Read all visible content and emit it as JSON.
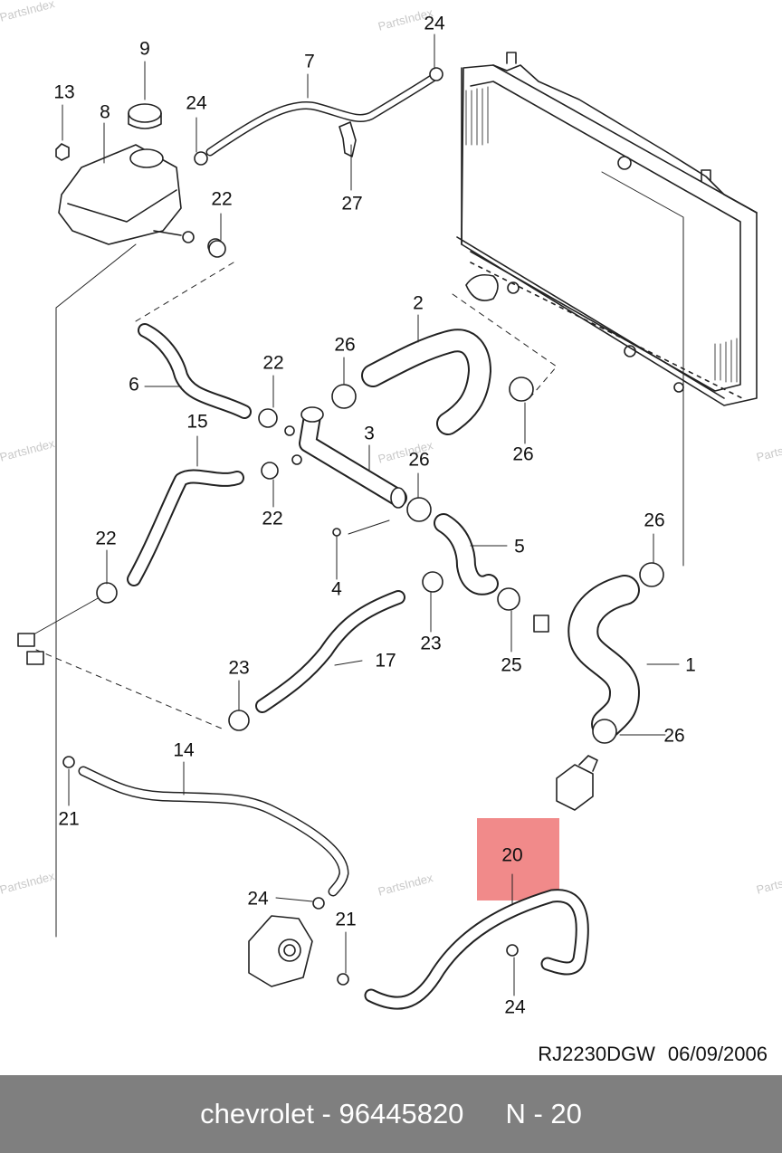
{
  "diagram": {
    "watermark": "PartsIndex",
    "callouts": {
      "c1": "1",
      "c2": "2",
      "c3": "3",
      "c4": "4",
      "c5": "5",
      "c6": "6",
      "c7": "7",
      "c8": "8",
      "c9": "9",
      "c13": "13",
      "c14": "14",
      "c15": "15",
      "c17": "17",
      "c20": "20",
      "c21a": "21",
      "c21b": "21",
      "c22a": "22",
      "c22b": "22",
      "c22c": "22",
      "c22d": "22",
      "c23a": "23",
      "c23b": "23",
      "c24a": "24",
      "c24b": "24",
      "c24c": "24",
      "c24d": "24",
      "c25": "25",
      "c26a": "26",
      "c26b": "26",
      "c26c": "26",
      "c26d": "26",
      "c26e": "26",
      "c27": "27"
    },
    "highlighted_callout": "20",
    "drawing_code": "RJ2230DGW",
    "drawing_date": "06/09/2006",
    "highlight_color": "#f08080"
  },
  "footer": {
    "brand": "chevrolet",
    "part_number": "96445820",
    "position_label": "N - 20",
    "background": "#7f7f7f"
  }
}
